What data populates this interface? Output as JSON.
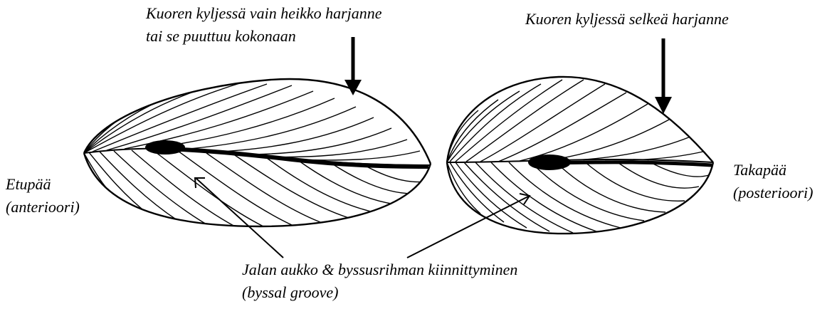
{
  "labels": {
    "top_left_line1": "Kuoren kyljessä vain heikko harjanne",
    "top_left_line2": "tai se puuttuu kokonaan",
    "top_right": "Kuoren kyljessä selkeä harjanne",
    "anterior_line1": "Etupää",
    "anterior_line2": "(anterioori)",
    "posterior_line1": "Takapää",
    "posterior_line2": "(posterioori)",
    "bottom_line1": "Jalan aukko & byssusrihman kiinnittyminen",
    "bottom_line2": "(byssal groove)"
  },
  "colors": {
    "ink": "#000000",
    "background": "#ffffff"
  }
}
